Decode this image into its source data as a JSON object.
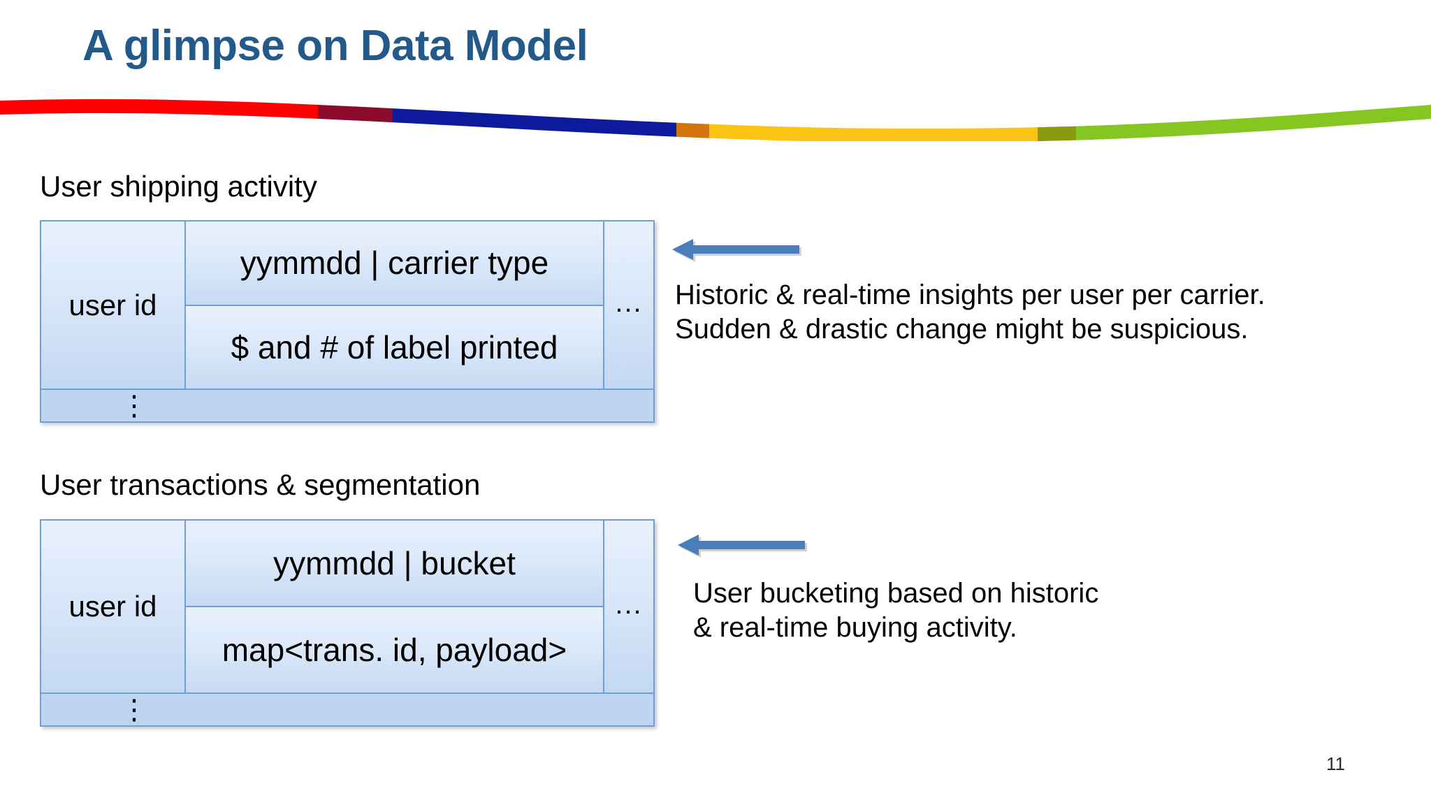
{
  "slide": {
    "title": "A glimpse on Data Model",
    "page_number": "11",
    "title_color": "#235a8a"
  },
  "ribbon": {
    "name": "decorative-color-ribbon",
    "segments": [
      {
        "color": "#ff0000",
        "start": 0,
        "end": 455
      },
      {
        "color": "#8c0b2d",
        "start": 455,
        "end": 562
      },
      {
        "color": "#0d1a9c",
        "start": 562,
        "end": 968
      },
      {
        "color": "#d2750c",
        "start": 968,
        "end": 1015
      },
      {
        "color": "#fbc412",
        "start": 1015,
        "end": 1485
      },
      {
        "color": "#8a9b10",
        "start": 1485,
        "end": 1540
      },
      {
        "color": "#85c621",
        "start": 1540,
        "end": 2048
      }
    ]
  },
  "sections": [
    {
      "heading": "User shipping activity",
      "table": {
        "key_cell": "user id",
        "value_rows": [
          "yymmdd | carrier type",
          "$ and # of label printed"
        ],
        "more_columns": "...",
        "more_rows": "⋮"
      },
      "annotation": {
        "arrow": "left-arrow-icon",
        "lines": [
          "Historic & real-time insights per user per carrier.",
          "Sudden & drastic change might be suspicious."
        ]
      }
    },
    {
      "heading": "User transactions & segmentation",
      "table": {
        "key_cell": "user id",
        "value_rows": [
          "yymmdd | bucket",
          "map<trans. id, payload>"
        ],
        "more_columns": "...",
        "more_rows": "⋮"
      },
      "annotation": {
        "arrow": "left-arrow-icon",
        "lines": [
          "User bucketing based on historic",
          "& real-time buying activity."
        ]
      }
    }
  ],
  "colors": {
    "table_border": "#6f9fd4",
    "table_fill_top": "#e9f1fd",
    "table_fill_bottom": "#c3d8f2",
    "table_footer_fill": "#bdd5f0",
    "arrow": "#4a7ebb"
  }
}
